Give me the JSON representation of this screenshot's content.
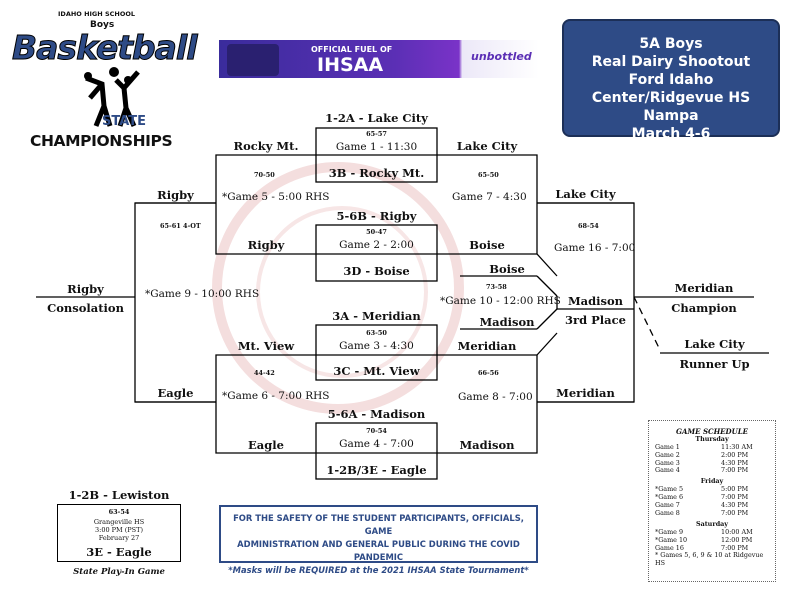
{
  "logo": {
    "line1": "IDAHO HIGH SCHOOL",
    "line2": "Boys",
    "line3": "Basketball",
    "line4": "STATE",
    "line5": "CHAMPIONSHIPS"
  },
  "banner": {
    "text1": "OFFICIAL FUEL OF",
    "text2": "IHSAA",
    "text3": "unbottled"
  },
  "info": {
    "line1": "5A Boys",
    "line2": "Real Dairy Shootout",
    "line3": "Ford Idaho Center/Ridgevue HS",
    "line4": "Nampa",
    "line5": "March 4-6"
  },
  "colors": {
    "accent_blue": "#2e4b86",
    "banner_purple": "#5b2fb5",
    "watermark": "#f4dede"
  },
  "bracket": {
    "g1": {
      "top": "1-2A - Lake City",
      "score": "65-57",
      "label": "Game 1 - 11:30",
      "bottom": "3B - Rocky Mt."
    },
    "g2": {
      "top": "5-6B - Rigby",
      "score": "50-47",
      "label": "Game 2 - 2:00",
      "bottom": "3D - Boise"
    },
    "g3": {
      "top": "3A - Meridian",
      "score": "63-50",
      "label": "Game 3 - 4:30",
      "bottom": "3C - Mt. View"
    },
    "g4": {
      "top": "5-6A - Madison",
      "score": "70-54",
      "label": "Game 4 - 7:00",
      "bottom": "1-2B/3E - Eagle"
    },
    "g5": {
      "winner": "Rocky Mt.",
      "score": "70-50",
      "label": "*Game 5 - 5:00 RHS",
      "loser": "Rigby"
    },
    "g6": {
      "winner": "Mt. View",
      "score": "44-42",
      "label": "*Game 6 - 7:00 RHS",
      "loser": "Eagle"
    },
    "g7": {
      "left_top": "Lake City",
      "score": "65-50",
      "label": "Game 7 - 4:30",
      "left_bottom": "Boise"
    },
    "g8": {
      "left_top": "Meridian",
      "score": "66-56",
      "label": "Game 8 - 7:00",
      "left_bottom": "Madison"
    },
    "g9": {
      "top": "Rigby",
      "score": "65-61 4-OT",
      "label": "*Game 9 - 10:00 RHS",
      "bottom": "Eagle",
      "winner": "Rigby",
      "place": "Consolation"
    },
    "g10": {
      "top": "Boise",
      "score": "73-58",
      "label": "*Game 10 - 12:00 RHS",
      "bottom": "Madison",
      "winner": "Madison",
      "place": "3rd Place"
    },
    "g16": {
      "top": "Lake City",
      "score": "68-54",
      "label": "Game 16 - 7:00",
      "bottom": "Meridian"
    },
    "champion": {
      "name": "Meridian",
      "label": "Champion"
    },
    "runner_up": {
      "name": "Lake City",
      "label": "Runner Up"
    }
  },
  "playin": {
    "top": "1-2B - Lewiston",
    "score": "63-54",
    "site": "Grangeville HS",
    "time": "3:00 PM (PST)",
    "date": "February 27",
    "bottom": "3E - Eagle",
    "caption": "State Play-In Game"
  },
  "safety": {
    "line1": "FOR THE SAFETY OF THE STUDENT PARTICIPANTS, OFFICIALS, GAME",
    "line2": "ADMINISTRATION AND GENERAL PUBLIC DURING THE COVID PANDEMIC",
    "line3": "*Masks will be REQUIRED at the 2021 IHSAA State Tournament*"
  },
  "schedule": {
    "title": "GAME SCHEDULE",
    "days": [
      {
        "day": "Thursday",
        "games": [
          {
            "g": "Game 1",
            "t": "11:30 AM"
          },
          {
            "g": "Game 2",
            "t": "2:00 PM"
          },
          {
            "g": "Game 3",
            "t": "4:30 PM"
          },
          {
            "g": "Game 4",
            "t": "7:00 PM"
          }
        ]
      },
      {
        "day": "Friday",
        "games": [
          {
            "g": "*Game 5",
            "t": "5:00 PM"
          },
          {
            "g": "*Game 6",
            "t": "7:00 PM"
          },
          {
            "g": "Game 7",
            "t": "4:30 PM"
          },
          {
            "g": "Game 8",
            "t": "7:00 PM"
          }
        ]
      },
      {
        "day": "Saturday",
        "games": [
          {
            "g": "*Game 9",
            "t": "10:00 AM"
          },
          {
            "g": "*Game 10",
            "t": "12:00 PM"
          },
          {
            "g": "Game 16",
            "t": "7:00 PM"
          }
        ]
      }
    ],
    "note": "* Games 5, 6, 9 & 10 at Ridgevue HS"
  }
}
